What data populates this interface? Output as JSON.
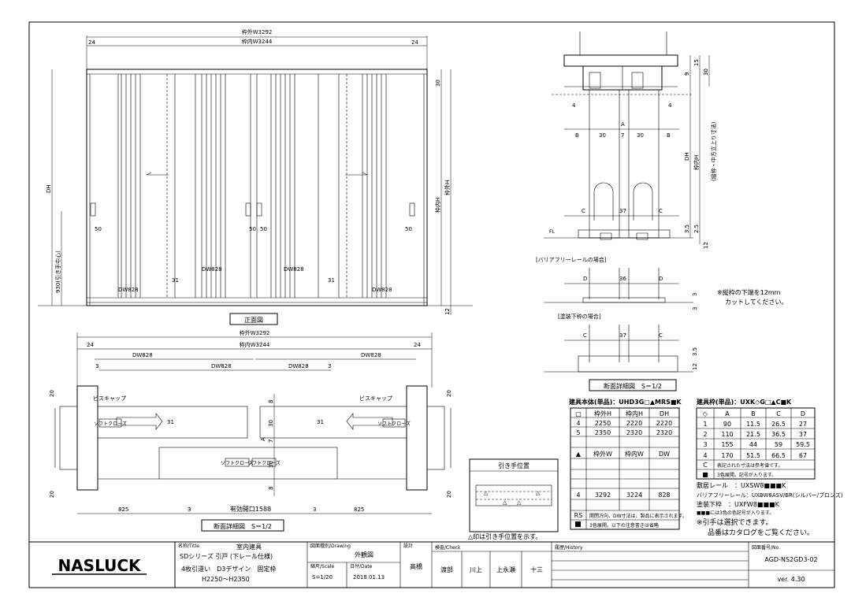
{
  "front": {
    "outer_w": "枠外W3292",
    "inner_w": "枠内W3244",
    "edge_left": "24",
    "edge_right": "24",
    "top_30": "30",
    "dh": "DH",
    "inner_h": "枠内H",
    "outer_h": "枠外H",
    "dim_50": "50",
    "dim_31": "31",
    "dw": "DW828",
    "handle": "930(引き手中心)",
    "bottom_12": "12",
    "title": "正面図"
  },
  "plan": {
    "outer_w": "枠外W3292",
    "inner_w": "枠内W3244",
    "edge_left": "24",
    "edge_right": "24",
    "dw": "DW828",
    "dim_3": "3",
    "cap": "ビスキャップ",
    "soft": "ソフトクローズ",
    "dim_20": "20",
    "dim_31": "31",
    "dim_8": "8",
    "dim_30": "30",
    "dim_7": "7",
    "dim_A": "A",
    "dim_825": "825",
    "opening": "有効開口1588",
    "title": "断面詳細図　S＝1/2"
  },
  "section": {
    "n15": "15",
    "n9": "9",
    "n30": "30",
    "n4": "4",
    "A": "A",
    "B": "B",
    "n7": "7",
    "C": "C",
    "n37": "37",
    "D": "D",
    "n36": "36",
    "n35": "3.5",
    "n25": "2.5",
    "n3": "3",
    "n12": "12",
    "dh": "DH",
    "inner_h": "枠内H",
    "note_h": "(縦枠・中方立上り寸法)",
    "barrier": "[バリアフリーレールの場合]",
    "paint": "[塗装下枠の場合]",
    "note1": "※縦枠の下端を12mm",
    "note2": "カットしてください。",
    "title": "断面詳細図　S＝1/2"
  },
  "handle_box": {
    "title": "引き手位置",
    "note": "△印は引き手位置を示す。"
  },
  "table1": {
    "title": "建具本体(単品)：UHD3G□▲MRS■K",
    "header": [
      "□",
      "枠外H",
      "枠内H",
      "DH"
    ],
    "rows": [
      [
        "4",
        "2250",
        "2220",
        "2220"
      ],
      [
        "5",
        "2350",
        "2320",
        "2320"
      ]
    ],
    "header2": [
      "▲",
      "枠外W",
      "枠内W",
      "DW"
    ],
    "rows2": [
      [
        "4",
        "3292",
        "3224",
        "828"
      ]
    ],
    "rs": "RS",
    "rs_note": "開閉方向、DW寸法は、製品に表示されます。",
    "sq_note": "3色展開。以下の注意書きは省略"
  },
  "table2": {
    "title": "建具枠(単品)：UXK◇G□▲C■K",
    "header": [
      "◇",
      "A",
      "B",
      "C",
      "D"
    ],
    "rows": [
      [
        "1",
        "90",
        "11.5",
        "26.5",
        "27"
      ],
      [
        "2",
        "110",
        "21.5",
        "36.5",
        "37"
      ],
      [
        "3",
        "155",
        "44",
        "59",
        "59.5"
      ],
      [
        "4",
        "170",
        "51.5",
        "66.5",
        "67"
      ]
    ],
    "c": "C",
    "c_note": "表記された寸法は参考値です。",
    "sq": "■",
    "sq_note": "3色展開。記号が入ります。"
  },
  "notes": [
    "敷居レール　：UXSW8■■■K",
    "バリアフリーレール：UXBW8ASV/BR(シルバー/ブロンズ)",
    "塗装下枠　：UXFW8■■■K",
    "■■■には3色の色記号が入ります。",
    "※引手は選択できます。",
    "品番はカタログをご覧ください。"
  ],
  "titleblock": {
    "logo": "NASLUCK",
    "name_label": "名称/Title",
    "name1": "室内建具",
    "name2": "SDシリーズ 引戸 (下レール仕様)",
    "name3": "4枚引違い　D3デザイン　固定枠",
    "name4": "H2250～H2350",
    "drawing_label": "図面種別/Drawing",
    "drawing": "外観図",
    "scale_label": "縮尺/Scale",
    "scale": "S=1/20",
    "date_label": "日付/Date",
    "date": "2018.01.13",
    "design_label": "設計",
    "designer": "高橋",
    "check_label": "検査/Check",
    "checkers": [
      "渡部",
      "川上",
      "上永瀬",
      "十三"
    ],
    "history_label": "履歴/History",
    "no_label": "図面番号/No.",
    "number": "AGD-NS2GD3-02",
    "version": "ver. 4.30"
  }
}
